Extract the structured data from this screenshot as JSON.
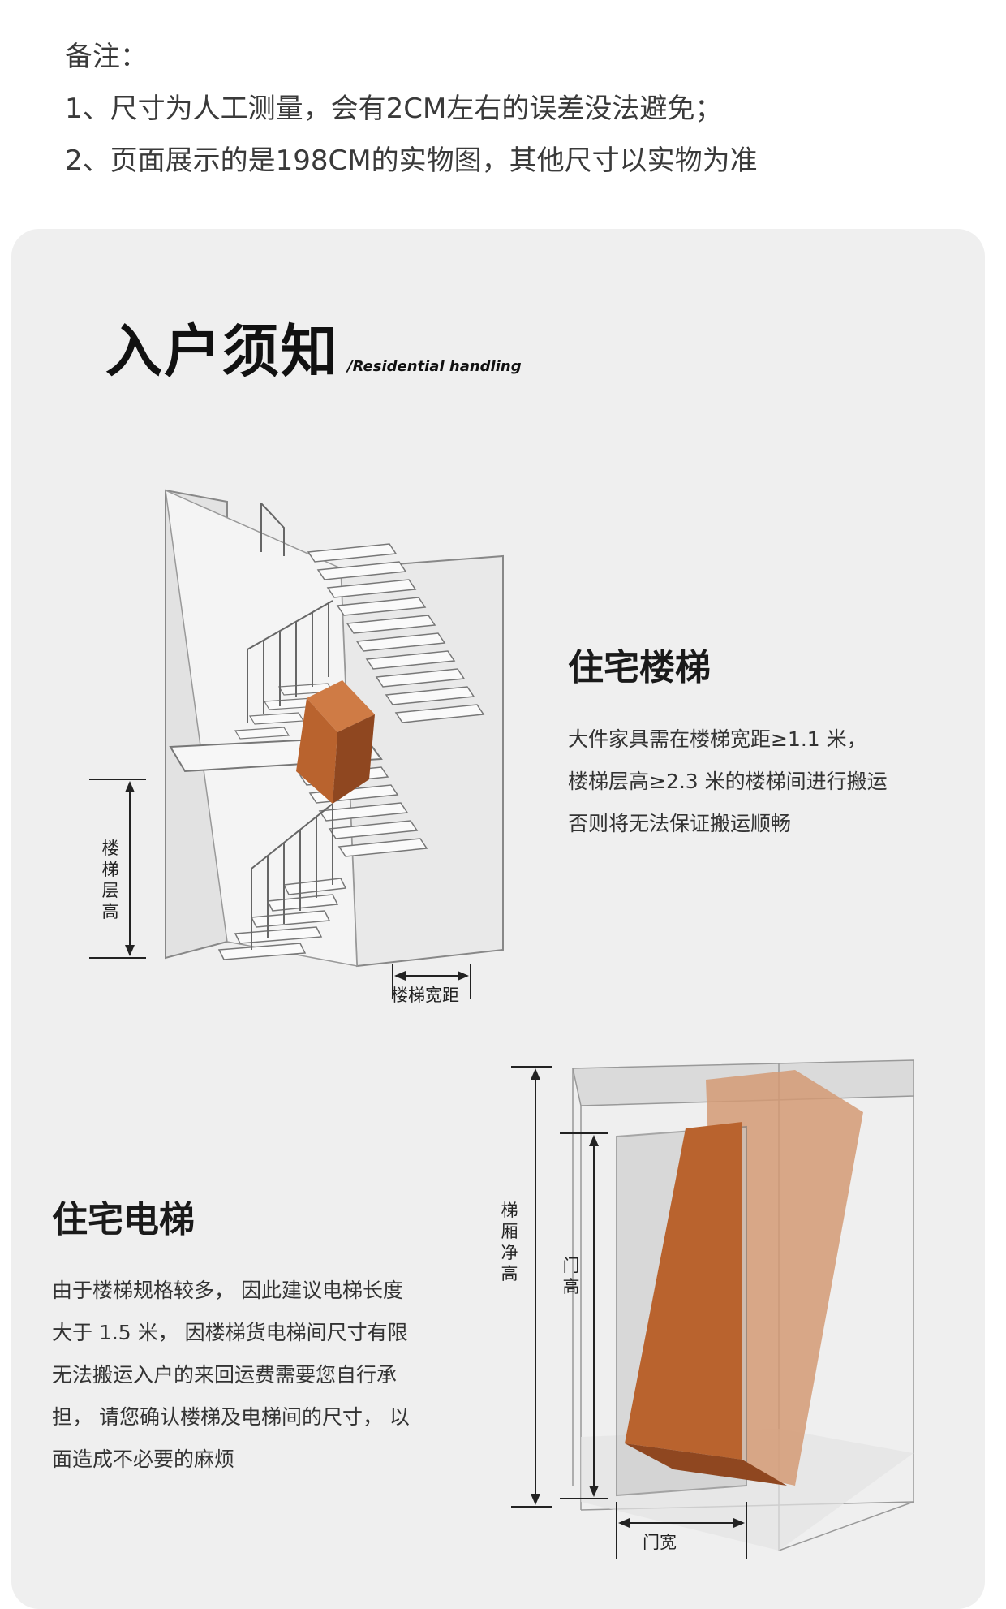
{
  "notes": {
    "heading": "备注：",
    "line1": "1、尺寸为人工测量，会有2CM左右的误差没法避免；",
    "line2": "2、页面展示的是198CM的实物图，其他尺寸以实物为准"
  },
  "card": {
    "title": "入户须知",
    "subtitle": "/Residential handling"
  },
  "stairs": {
    "heading": "住宅楼梯",
    "lines": [
      "大件家具需在楼梯宽距≥1.1 米，",
      "楼梯层高≥2.3 米的楼梯间进行搬运",
      "否则将无法保证搬运顺畅"
    ],
    "label_height": "楼梯层高",
    "label_width": "楼梯宽距"
  },
  "elevator": {
    "heading": "住宅电梯",
    "lines": [
      "由于楼梯规格较多，  因此建议电梯长度",
      "大于 1.5 米，  因楼梯货电梯间尺寸有限",
      "无法搬运入户的来回运费需要您自行承",
      "担，  请您确认楼梯及电梯间的尺寸，  以",
      "面造成不必要的麻烦"
    ],
    "label_height": "梯厢净高",
    "label_door_height": "门高",
    "label_door_width": "门宽"
  },
  "colors": {
    "box_front": "#b9632e",
    "box_side": "#8f4720",
    "box_top": "#cf7b45",
    "card_bg": "#efefef"
  }
}
